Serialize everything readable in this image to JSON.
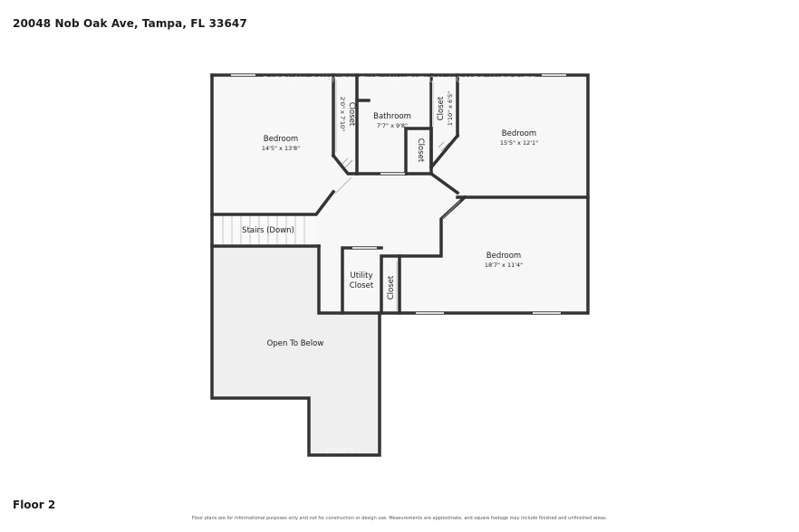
{
  "header": {
    "address": "20048 Nob Oak Ave, Tampa, FL 33647"
  },
  "footer": {
    "floor": "Floor 2",
    "disclaimer": "Floor plans are for informational purposes only and not for construction or design use. Measurements are approximate, and square footage may include finished and unfinished areas."
  },
  "watermark": {
    "top": "DISPLAY ONLY ON THE INVITATION HOMES WEBSITE",
    "bottom": "Homes"
  },
  "rooms": {
    "bedroom_nw": {
      "name": "Bedroom",
      "dims": "14'5\" x 13'8\""
    },
    "closet_nw": {
      "name": "Closet",
      "dims": "2'0\" x 7'10\""
    },
    "bathroom": {
      "name": "Bathroom",
      "dims": "7'7\" x 9'8\""
    },
    "closet_bath": {
      "name": "Closet"
    },
    "closet_ne": {
      "name": "Closet",
      "dims": "1'10\" x 6'5\""
    },
    "bedroom_ne": {
      "name": "Bedroom",
      "dims": "15'5\" x 12'1\""
    },
    "stairs": {
      "name": "Stairs (Down)"
    },
    "bedroom_se": {
      "name": "Bedroom",
      "dims": "18'7\" x 11'4\""
    },
    "utility": {
      "name_line1": "Utility",
      "name_line2": "Closet"
    },
    "closet_se": {
      "name": "Closet"
    },
    "open_below": {
      "name": "Open To Below"
    }
  }
}
